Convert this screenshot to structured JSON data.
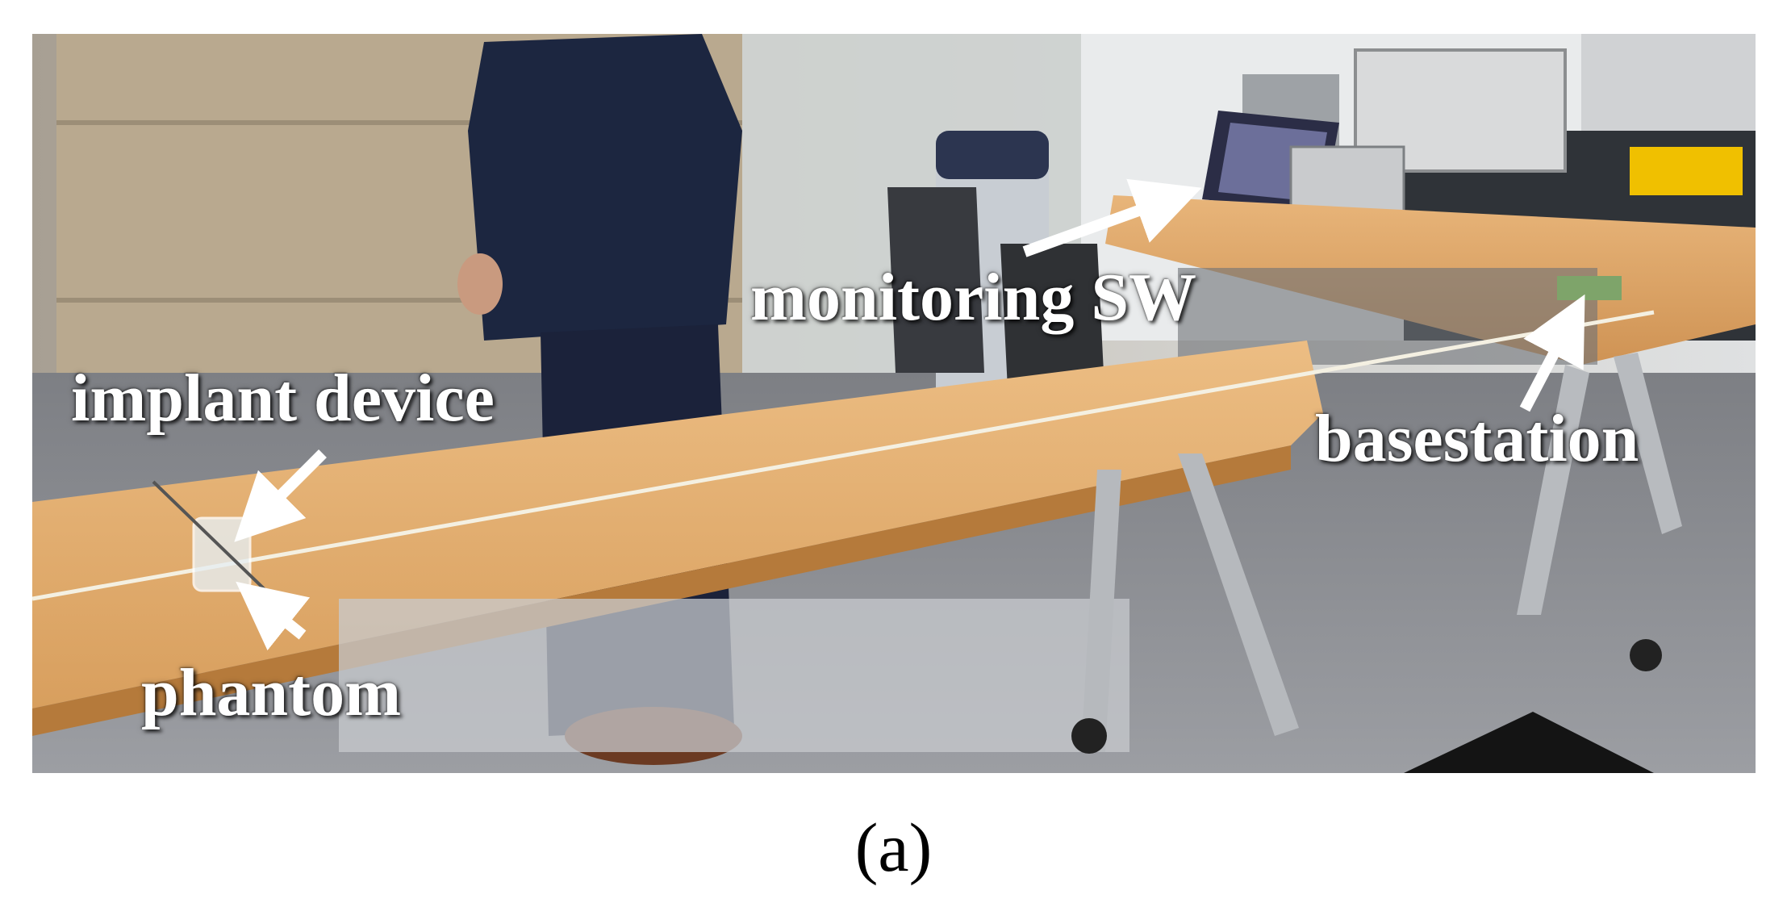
{
  "figure": {
    "caption": "(a)",
    "labels": {
      "monitoring_sw": "monitoring SW",
      "implant_device": "implant device",
      "basestation": "basestation",
      "phantom": "phantom"
    }
  },
  "colors": {
    "label_text": "#ffffff",
    "arrow": "#ffffff",
    "table_top": "#e3ad6c",
    "table_frame": "#b9bcc0",
    "floor": "#8f9196",
    "wall": "#b8b3a8"
  }
}
